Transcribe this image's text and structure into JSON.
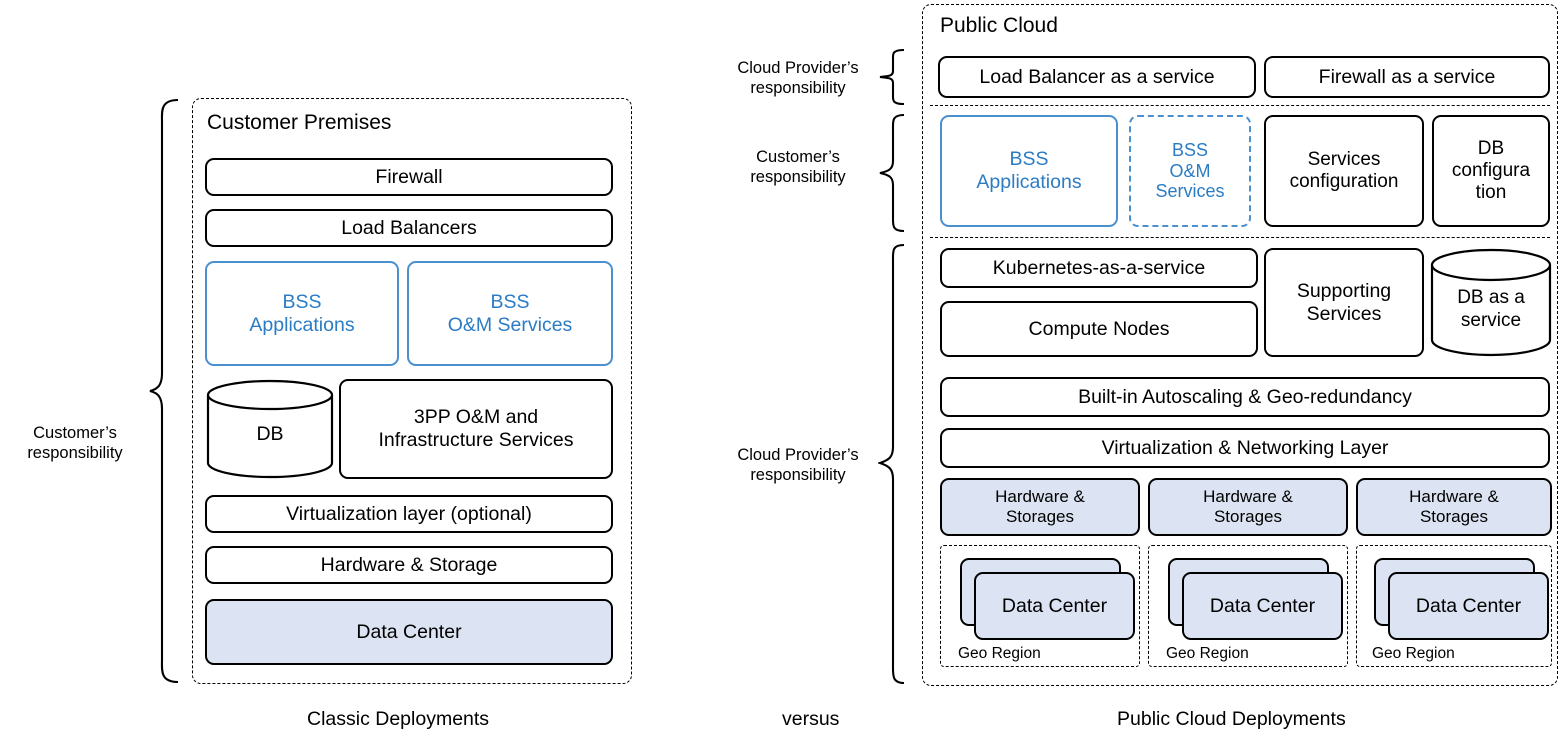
{
  "meta": {
    "colors": {
      "accent_blue_border": "#4a90cf",
      "accent_blue_text": "#2b7cc4",
      "fill_light_blue": "#dce3f2",
      "stroke_black": "#000000",
      "background": "#ffffff"
    }
  },
  "captions": {
    "left": "Classic Deployments",
    "middle": "versus",
    "right": "Public Cloud Deployments"
  },
  "left_panel": {
    "title": "Customer Premises",
    "responsibility_label": "Customer’s\nresponsibility",
    "responsibility_line1": "Customer’s",
    "responsibility_line2": "responsibility",
    "rows": [
      {
        "label": "Firewall"
      },
      {
        "label": "Load Balancers"
      },
      {
        "label": "BSS\nApplications",
        "line1": "BSS",
        "line2": "Applications"
      },
      {
        "label": "BSS\nO&M Services",
        "line1": "BSS",
        "line2": "O&M Services"
      },
      {
        "label": "DB"
      },
      {
        "label": "3PP O&M and\nInfrastructure Services",
        "line1": "3PP O&M and",
        "line2": "Infrastructure Services"
      },
      {
        "label": "Virtualization layer (optional)"
      },
      {
        "label": "Hardware & Storage"
      },
      {
        "label": "Data Center"
      }
    ]
  },
  "right_panel": {
    "title": "Public Cloud",
    "brackets": {
      "provider_top_line1": "Cloud Provider’s",
      "provider_top_line2": "responsibility",
      "customer_line1": "Customer’s",
      "customer_line2": "responsibility",
      "provider_bottom_line1": "Cloud Provider’s",
      "provider_bottom_line2": "responsibility"
    },
    "provider_top_row": [
      {
        "label": "Load Balancer as a service"
      },
      {
        "label": "Firewall as a service"
      }
    ],
    "customer_row": [
      {
        "label": "BSS\nApplications",
        "line1": "BSS",
        "line2": "Applications",
        "style": "blue-solid"
      },
      {
        "label": "BSS\nO&M\nServices",
        "line1": "BSS",
        "line2": "O&M",
        "line3": "Services",
        "style": "blue-dashed"
      },
      {
        "label": "Services\nconfiguration",
        "line1": "Services",
        "line2": "configuration",
        "style": "black"
      },
      {
        "label": "DB\nconfigura\ntion",
        "line1": "DB",
        "line2": "configura",
        "line3": "tion",
        "style": "black"
      }
    ],
    "provider_bottom": {
      "kubernetes": "Kubernetes-as-a-service",
      "compute": "Compute Nodes",
      "supporting_line1": "Supporting",
      "supporting_line2": "Services",
      "db_service_line1": "DB as a",
      "db_service_line2": "service",
      "autoscaling": "Built-in Autoscaling & Geo-redundancy",
      "virtualization": "Virtualization & Networking Layer",
      "hardware": [
        {
          "line1": "Hardware &",
          "line2": "Storages"
        },
        {
          "line1": "Hardware &",
          "line2": "Storages"
        },
        {
          "line1": "Hardware &",
          "line2": "Storages"
        }
      ],
      "geo_regions": [
        {
          "region_label": "Geo Region",
          "data_center": "Data Center"
        },
        {
          "region_label": "Geo Region",
          "data_center": "Data Center"
        },
        {
          "region_label": "Geo Region",
          "data_center": "Data Center"
        }
      ]
    }
  }
}
